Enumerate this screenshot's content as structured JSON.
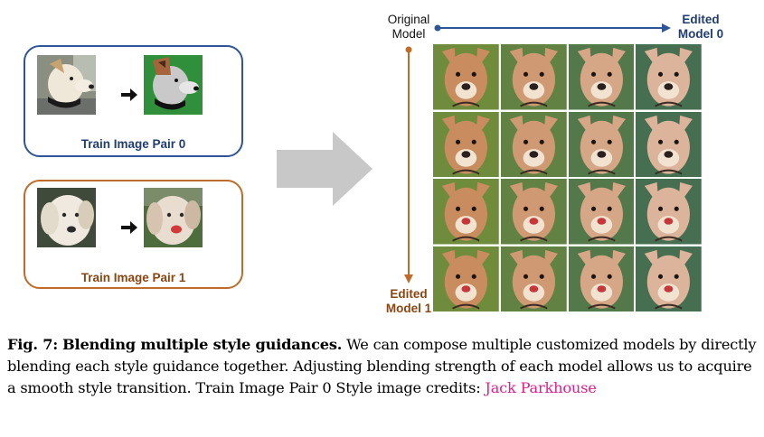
{
  "pair0": {
    "label": "Train Image Pair 0"
  },
  "pair1": {
    "label": "Train Image Pair 1"
  },
  "axes": {
    "origin_line1": "Original",
    "origin_line2": "Model",
    "right_line1": "Edited",
    "right_line2": "Model 0",
    "bottom_line1": "Edited",
    "bottom_line2": "Model 1"
  },
  "colors": {
    "model0": "#2e5596",
    "model1": "#bf6b2a",
    "credit": "#e0208a",
    "arrow": "#c8c8c8"
  },
  "caption": {
    "fig": "Fig. 7:",
    "title": "Blending multiple style guidances.",
    "body": "We can compose multiple customized models by directly blending each style guidance together. Adjusting blending strength of each model allows us to acquire a smooth style transition. Train Image Pair 0 Style image credits:",
    "credit": "Jack Parkhouse"
  }
}
